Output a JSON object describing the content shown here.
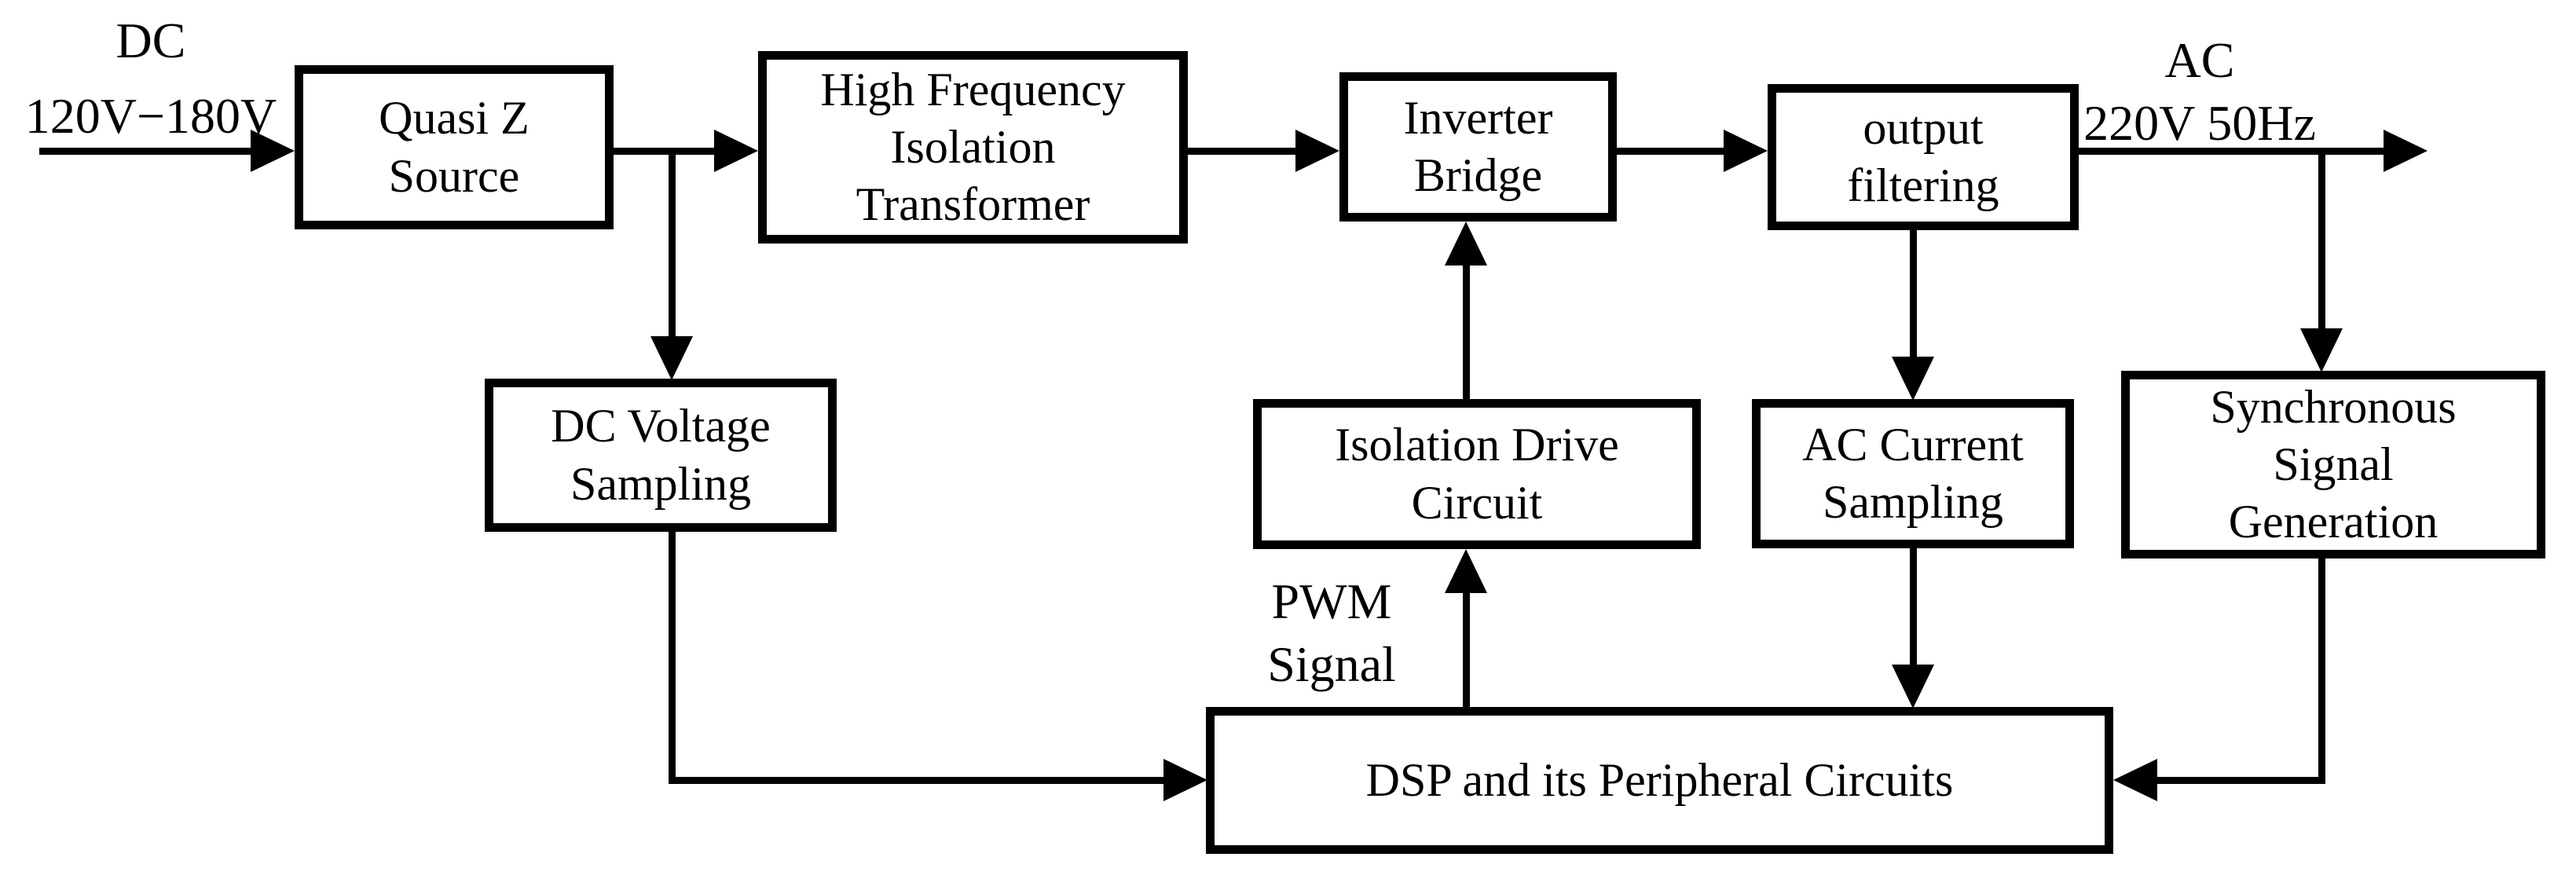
{
  "figure": {
    "background_color": "#ffffff",
    "line_color": "#000000",
    "blocks": {
      "quasi_z_source": "Quasi Z\nSource",
      "hf_isolation_transformer": "High Frequency\nIsolation\nTransformer",
      "inverter_bridge": "Inverter\nBridge",
      "output_filtering": "output\nfiltering",
      "dc_voltage_sampling": "DC Voltage\nSampling",
      "isolation_drive_circuit": "Isolation Drive\nCircuit",
      "ac_current_sampling": "AC Current\nSampling",
      "synchronous_signal_generation": "Synchronous\nSignal\nGeneration",
      "dsp_peripheral_circuits": "DSP and its Peripheral Circuits"
    },
    "labels": {
      "input_type": "DC",
      "input_range": "120V−180V",
      "output_type": "AC",
      "output_spec": "220V 50Hz",
      "pwm_signal": "PWM\nSignal"
    }
  }
}
